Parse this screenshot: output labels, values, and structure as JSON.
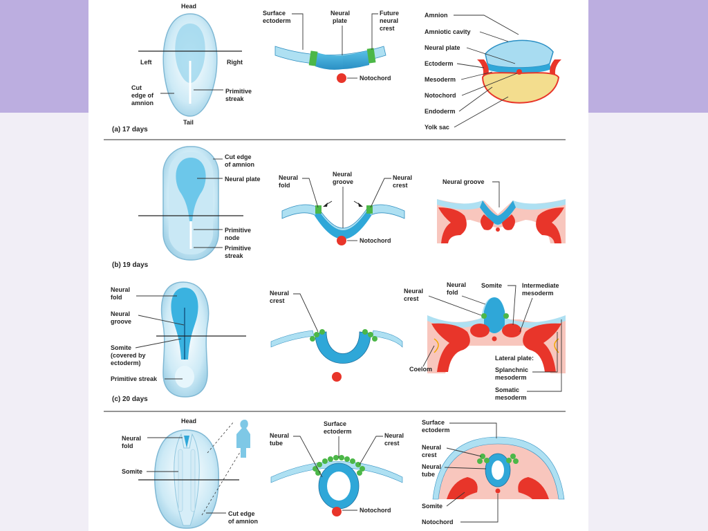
{
  "colors": {
    "accent": "#bcaee0",
    "blue": "#2fa7d8",
    "light_blue": "#aee0f2",
    "green": "#4cb748",
    "red": "#e8352a",
    "yolk": "#f3dd8e",
    "pink": "#f8c6bd"
  },
  "rows": [
    {
      "caption": "(a) 17 days",
      "labels": {
        "head": "Head",
        "left": "Left",
        "right": "Right",
        "tail": "Tail",
        "cut_edge": [
          "Cut",
          "edge of",
          "amnion"
        ],
        "primitive_streak": [
          "Primitive",
          "streak"
        ],
        "surface_ectoderm": [
          "Surface",
          "ectoderm"
        ],
        "neural_plate": [
          "Neural",
          "plate"
        ],
        "future_neural_crest": [
          "Future",
          "neural",
          "crest"
        ],
        "notochord": "Notochord",
        "amnion": "Amnion",
        "amniotic_cavity": "Amniotic cavity",
        "neural_plate_2": "Neural plate",
        "ectoderm": "Ectoderm",
        "mesoderm": "Mesoderm",
        "notochord_2": "Notochord",
        "endoderm": "Endoderm",
        "yolk_sac": "Yolk sac"
      }
    },
    {
      "caption": "(b) 19 days",
      "labels": {
        "cut_edge": [
          "Cut edge",
          "of amnion"
        ],
        "neural_plate": "Neural plate",
        "primitive_node": [
          "Primitive",
          "node"
        ],
        "primitive_streak": [
          "Primitive",
          "streak"
        ],
        "neural_fold": [
          "Neural",
          "fold"
        ],
        "neural_groove": [
          "Neural",
          "groove"
        ],
        "neural_crest": [
          "Neural",
          "crest"
        ],
        "notochord": "Notochord",
        "neural_groove_2": "Neural groove"
      }
    },
    {
      "caption": "(c) 20 days",
      "labels": {
        "neural_fold": [
          "Neural",
          "fold"
        ],
        "neural_groove": [
          "Neural",
          "groove"
        ],
        "somite": [
          "Somite",
          "(covered by",
          "ectoderm)"
        ],
        "primitive_streak": "Primitive streak",
        "neural_crest": [
          "Neural",
          "crest"
        ],
        "neural_crest_2": [
          "Neural",
          "crest"
        ],
        "neural_fold_2": [
          "Neural",
          "fold"
        ],
        "somite_2": "Somite",
        "intermediate_mesoderm": [
          "Intermediate",
          "mesoderm"
        ],
        "coelom": "Coelom",
        "lateral_plate": "Lateral plate:",
        "splanchnic": [
          "Splanchnic",
          "mesoderm"
        ],
        "somatic": [
          "Somatic",
          "mesoderm"
        ]
      }
    },
    {
      "caption": "",
      "labels": {
        "head": "Head",
        "neural_fold": [
          "Neural",
          "fold"
        ],
        "somite": "Somite",
        "cut_edge": [
          "Cut edge",
          "of amnion"
        ],
        "neural_tube": [
          "Neural",
          "tube"
        ],
        "surface_ectoderm": [
          "Surface",
          "ectoderm"
        ],
        "neural_crest": [
          "Neural",
          "crest"
        ],
        "notochord": "Notochord",
        "surface_ectoderm_2": [
          "Surface",
          "ectoderm"
        ],
        "neural_crest_2": [
          "Neural",
          "crest"
        ],
        "neural_tube_2": [
          "Neural",
          "tube"
        ],
        "somite_2": "Somite",
        "notochord_2": "Notochord"
      }
    }
  ]
}
